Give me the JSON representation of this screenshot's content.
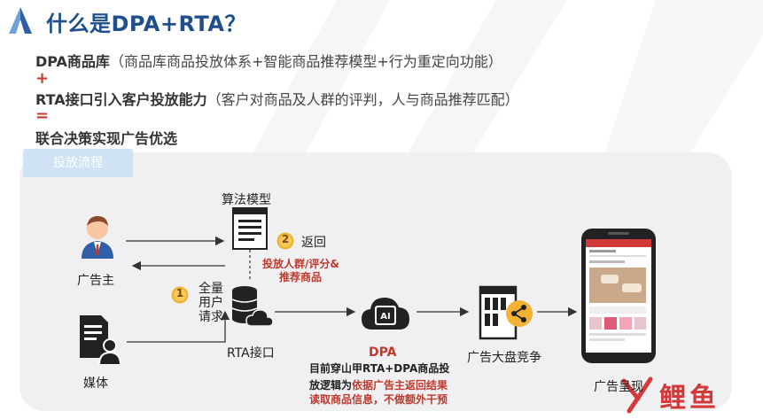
{
  "title": "什么是DPA+RTA？",
  "intro": {
    "line1_bold": "DPA商品库",
    "line1_rest": "（商品库商品投放体系+智能商品推荐模型+行为重定向功能）",
    "plus": "+",
    "line2_bold": "RTA接口引入客户投放能力",
    "line2_rest": "（客户对商品及人群的评判，人与商品推荐匹配）",
    "equals": "=",
    "line3_bold": "联合决策实现广告优选"
  },
  "flow": {
    "tag": "投放流程",
    "advertiser": "广告主",
    "media": "媒体",
    "algorithm": "算法模型",
    "step2_num": "2",
    "step2_label": "返回",
    "step2_red_1": "投放人群/评分&",
    "step2_red_2": "推荐商品",
    "step1_num": "1",
    "step1_label_1": "全量",
    "step1_label_2": "用户",
    "step1_label_3": "请求",
    "rta": "RTA接口",
    "ai_badge": "AI",
    "dpa": "DPA",
    "dpa_desc_1_a": "目前穿山甲RTA+DPA商品投",
    "dpa_desc_2_a": "放逻辑为",
    "dpa_desc_2_b": "依据广告主返回结果",
    "dpa_desc_3_b": "读取商品信息，不做额外干预",
    "bidding": "广告大盘竞争",
    "display": "广告呈现"
  },
  "watermark": "鲤鱼",
  "colors": {
    "title": "#1f4e8c",
    "accent_red": "#c0392b",
    "tag_bg": "#cfe3f4",
    "panel_bg": "#f0f0f2",
    "badge": "#f2b233"
  }
}
